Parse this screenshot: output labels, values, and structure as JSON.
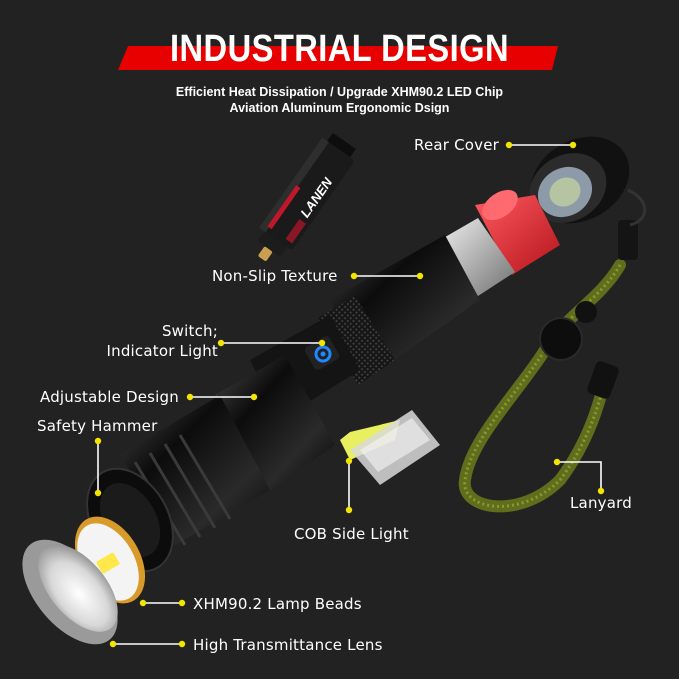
{
  "header": {
    "title": "INDUSTRIAL DESIGN",
    "subtitle_line1": "Efficient Heat Dissipation / Upgrade XHM90.2 LED Chip",
    "subtitle_line2": "Aviation Aluminum Ergonomic Dsign",
    "banner_color": "#e60000"
  },
  "product": {
    "battery_brand": "LANEN"
  },
  "callouts": [
    {
      "id": "rear-cover",
      "label": "Rear Cover"
    },
    {
      "id": "non-slip-texture",
      "label": "Non-Slip Texture"
    },
    {
      "id": "switch-indicator",
      "label_line1": "Switch;",
      "label_line2": "Indicator Light"
    },
    {
      "id": "adjustable-design",
      "label": "Adjustable Design"
    },
    {
      "id": "safety-hammer",
      "label": "Safety Hammer"
    },
    {
      "id": "cob-side-light",
      "label": "COB Side Light"
    },
    {
      "id": "lanyard",
      "label": "Lanyard"
    },
    {
      "id": "lamp-beads",
      "label": "XHM90.2 Lamp Beads"
    },
    {
      "id": "lens",
      "label": "High Transmittance Lens"
    }
  ],
  "colors": {
    "background": "#222222",
    "callout_dot": "#f2e600",
    "callout_line": "#ffffff",
    "lanyard": "#6b7a22",
    "indicator_blue": "#1e88ff"
  }
}
